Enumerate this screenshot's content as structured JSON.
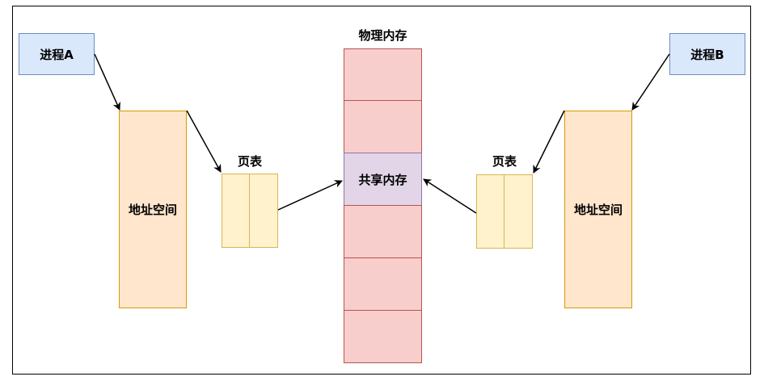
{
  "diagram": {
    "process_a": "进程A",
    "process_b": "进程B",
    "address_space_left": "地址空间",
    "address_space_right": "地址空间",
    "page_table_left": "页表",
    "page_table_right": "页表",
    "physical_memory_title": "物理内存",
    "shared_memory": "共享内存"
  },
  "colors": {
    "process_fill": "#dae8fc",
    "process_stroke": "#6c8ebf",
    "address_fill": "#ffe6cc",
    "address_stroke": "#d79b00",
    "page_table_fill": "#fff2cc",
    "page_table_stroke": "#d6b656",
    "memory_fill": "#f8cecc",
    "memory_stroke": "#b85450",
    "shared_fill": "#e1d5e7",
    "shared_stroke": "#9673a6"
  }
}
